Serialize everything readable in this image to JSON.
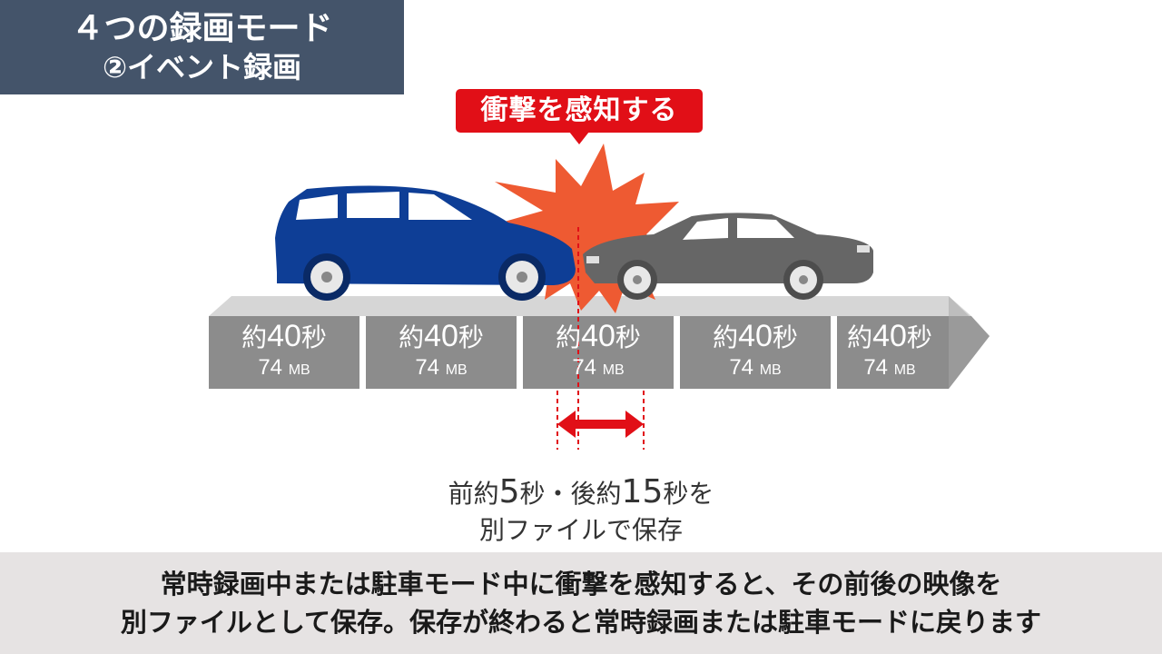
{
  "title": {
    "line1": "４つの録画モード",
    "line2": "②イベント録画"
  },
  "alert_label": "衝撃を感知する",
  "segments": [
    {
      "prefix": "約",
      "num": "40",
      "suffix": "秒",
      "size_num": "74",
      "size_unit": "MB"
    },
    {
      "prefix": "約",
      "num": "40",
      "suffix": "秒",
      "size_num": "74",
      "size_unit": "MB"
    },
    {
      "prefix": "約",
      "num": "40",
      "suffix": "秒",
      "size_num": "74",
      "size_unit": "MB"
    },
    {
      "prefix": "約",
      "num": "40",
      "suffix": "秒",
      "size_num": "74",
      "size_unit": "MB"
    },
    {
      "prefix": "約",
      "num": "40",
      "suffix": "秒",
      "size_num": "74",
      "size_unit": "MB"
    }
  ],
  "caption": {
    "p1": "前約",
    "n1": "5",
    "p2": "秒・後約",
    "n2": "15",
    "p3": "秒を",
    "line2": "別ファイルで保存"
  },
  "description": {
    "line1": "常時録画中または駐車モード中に衝撃を感知すると、その前後の映像を",
    "line2": "別ファイルとして保存。保存が終わると常時録画または駐車モードに戻ります"
  },
  "colors": {
    "title_bg": "#44546a",
    "alert_red": "#e10f17",
    "impact_orange": "#ee5a32",
    "blue_car": "#0e3e96",
    "gray_car": "#666666",
    "timeline_gray": "#8c8c8c",
    "band_bg": "#e6e3e3"
  },
  "icons": [
    "blue-minivan-icon",
    "gray-sedan-icon",
    "impact-burst-icon",
    "double-arrow-icon"
  ]
}
